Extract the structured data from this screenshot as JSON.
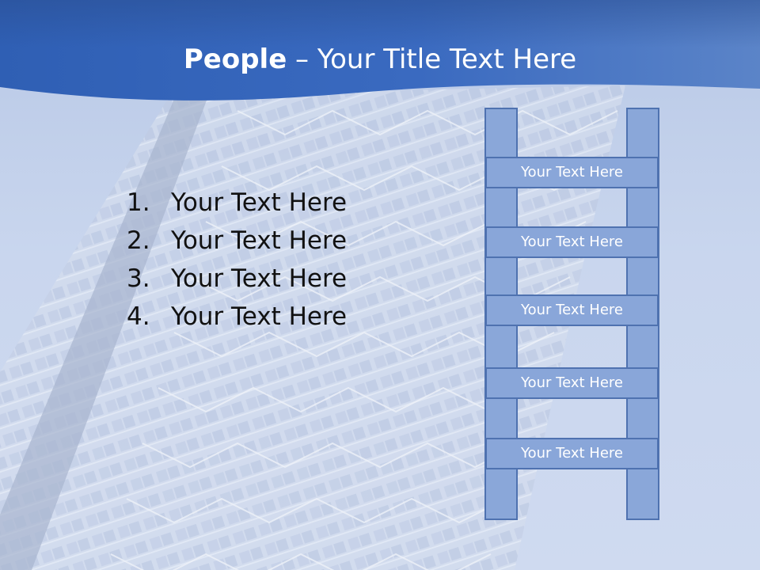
{
  "title": {
    "bold": "People",
    "rest": " – Your Title Text Here"
  },
  "list": {
    "items": [
      {
        "num": "1.",
        "text": "Your Text Here"
      },
      {
        "num": "2.",
        "text": "Your Text Here"
      },
      {
        "num": "3.",
        "text": "Your Text Here"
      },
      {
        "num": "4.",
        "text": "Your Text Here"
      }
    ]
  },
  "ladder": {
    "rungs": [
      "Your Text Here",
      "Your Text Here",
      "Your Text Here",
      "Your Text Here",
      "Your Text Here"
    ]
  },
  "colors": {
    "header_blue": "#3a66b8",
    "rung_fill": "#89a6d9",
    "rung_border": "#4f72b0"
  }
}
